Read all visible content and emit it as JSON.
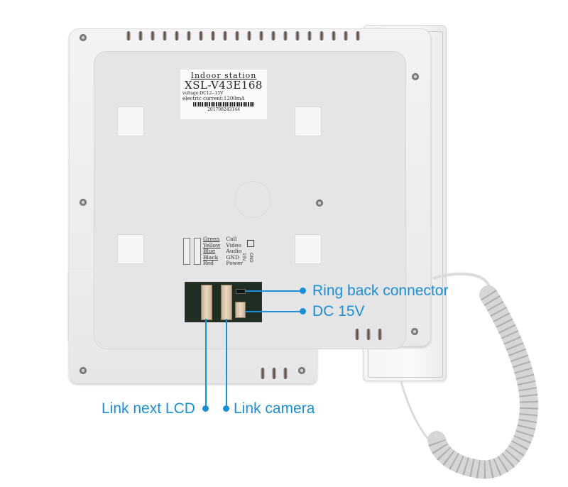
{
  "product": {
    "label": {
      "title": "Indoor station",
      "model": "XSL-V43E168",
      "voltage": "voltage:DC12--15V",
      "current": "electric current:1200mA",
      "serial": "201708243144"
    },
    "wiring_legend": [
      {
        "color": "Green",
        "function": "Call"
      },
      {
        "color": "Yellow",
        "function": "Video"
      },
      {
        "color": "Blue",
        "function": "Audio"
      },
      {
        "color": "Black",
        "function": "GND"
      },
      {
        "color": "Red",
        "function": "Power"
      }
    ],
    "power_marks": {
      "v": "15V",
      "gnd": "GND"
    }
  },
  "annotations": {
    "ring_back": "Ring back connector",
    "dc": "DC 15V",
    "link_next_lcd": "Link next LCD",
    "link_camera": "Link camera"
  },
  "colors": {
    "accent": "#1b8fd6",
    "device": "#ececec",
    "pcb": "#1f2d22"
  }
}
